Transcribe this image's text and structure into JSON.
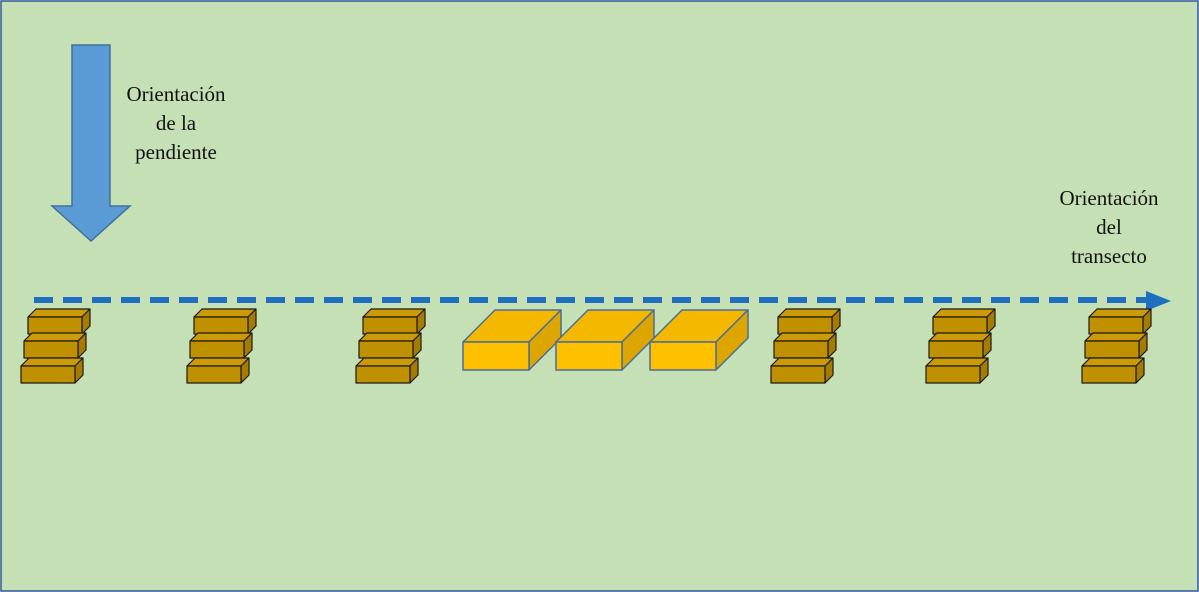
{
  "labels": {
    "slope_orientation": [
      "Orientación",
      "de la",
      "pendiente"
    ],
    "transect_orientation": [
      "Orientación",
      "del",
      "transecto"
    ]
  },
  "diagram": {
    "small_stack_count": 6,
    "small_boxes_per_stack": 3,
    "large_box_count": 3
  },
  "colors": {
    "field": "#c5e0b4",
    "field_border": "#2f5597",
    "slope_arrow_fill": "#5b9bd5",
    "slope_arrow_stroke": "#41719c",
    "transect_line": "#1f6fc0",
    "small_box_front": "#bf9000",
    "small_box_top": "#cc9a06",
    "small_box_side": "#a67c00",
    "large_box_front": "#ffc000",
    "large_box_top": "#f5b800",
    "large_box_side": "#dca500",
    "large_box_stroke": "#4a6e9a"
  }
}
